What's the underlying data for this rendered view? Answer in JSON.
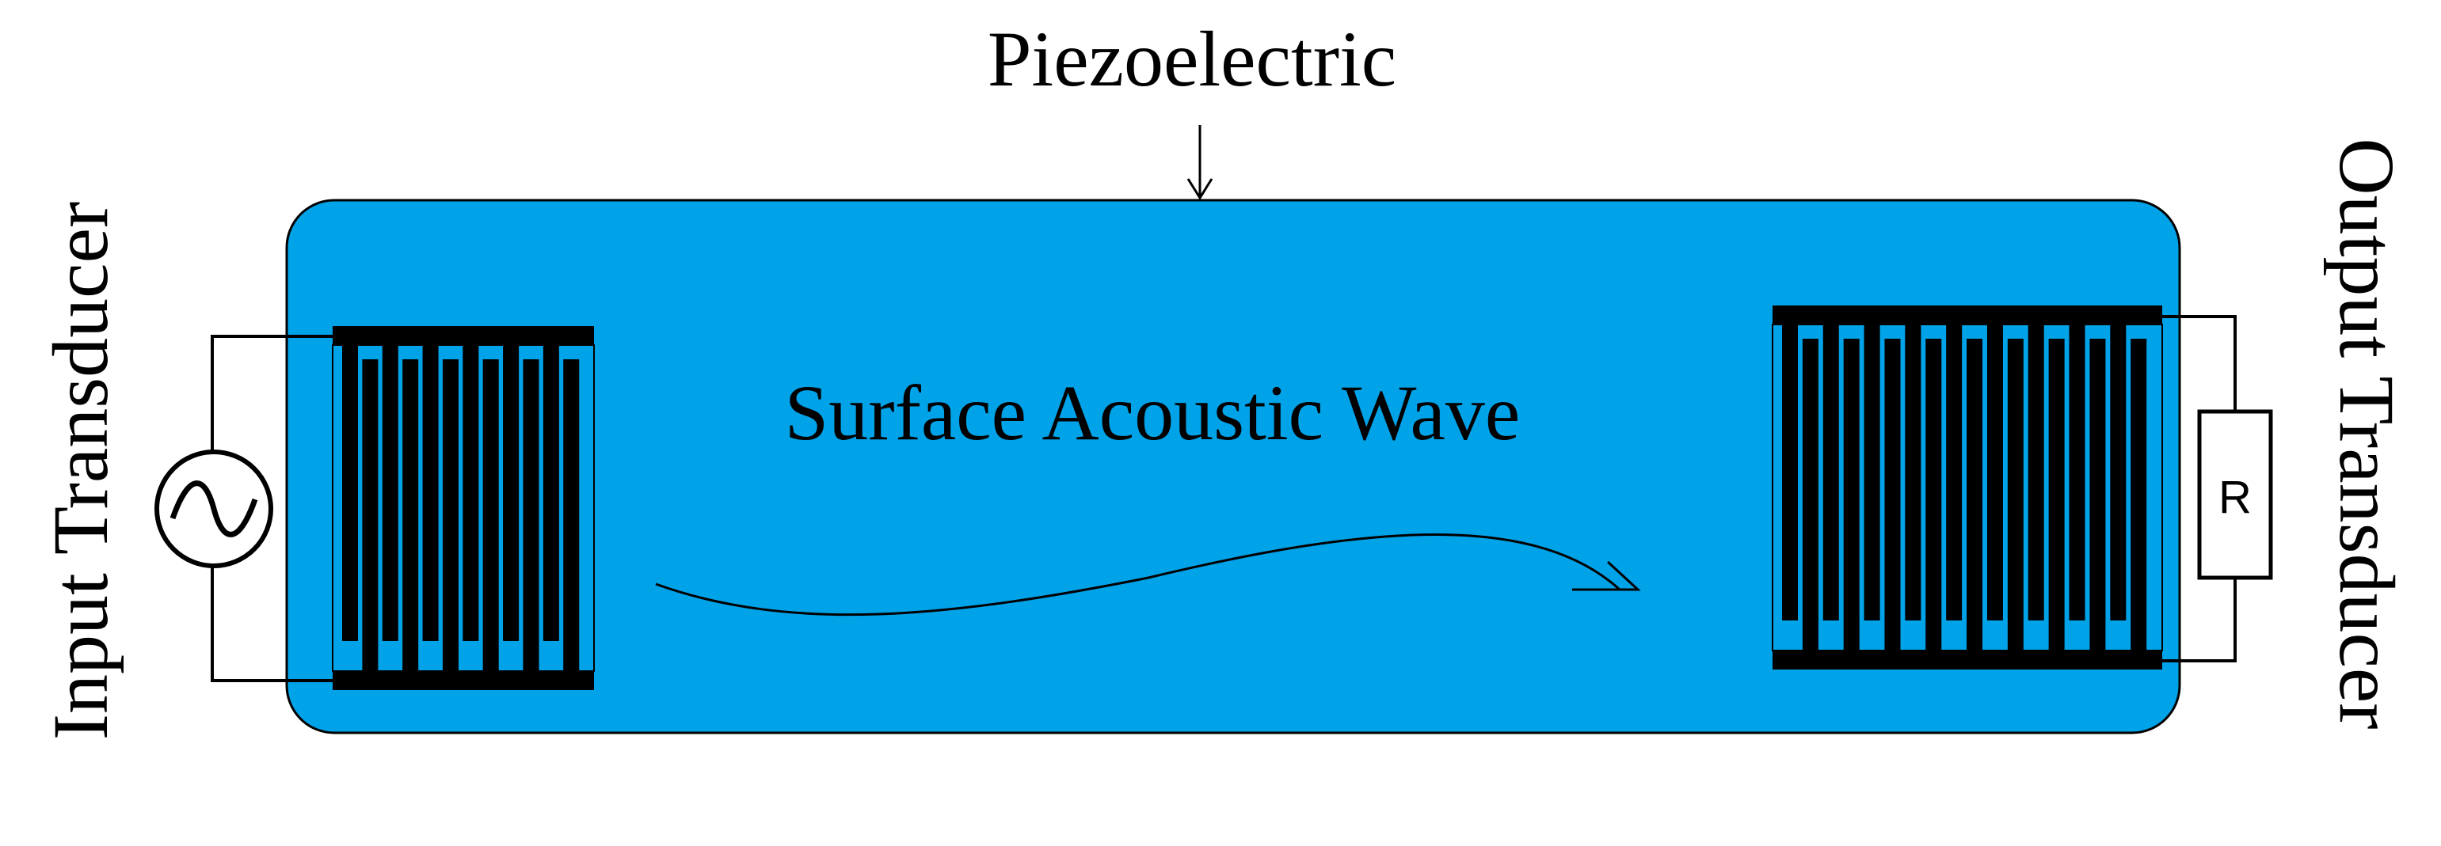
{
  "labels": {
    "piezoelectric": "Piezoelectric",
    "wave": "Surface Acoustic Wave",
    "input": "Input Transducer",
    "output": "Output Transducer",
    "resistor": "R"
  },
  "colors": {
    "substrate": "#00A2E8",
    "electrode": "#000000",
    "outline": "#000000",
    "background": "#FFFFFF"
  },
  "icons": {
    "source": "ac-source-icon",
    "resistor": "resistor-icon",
    "arrow": "arrow-icon"
  }
}
